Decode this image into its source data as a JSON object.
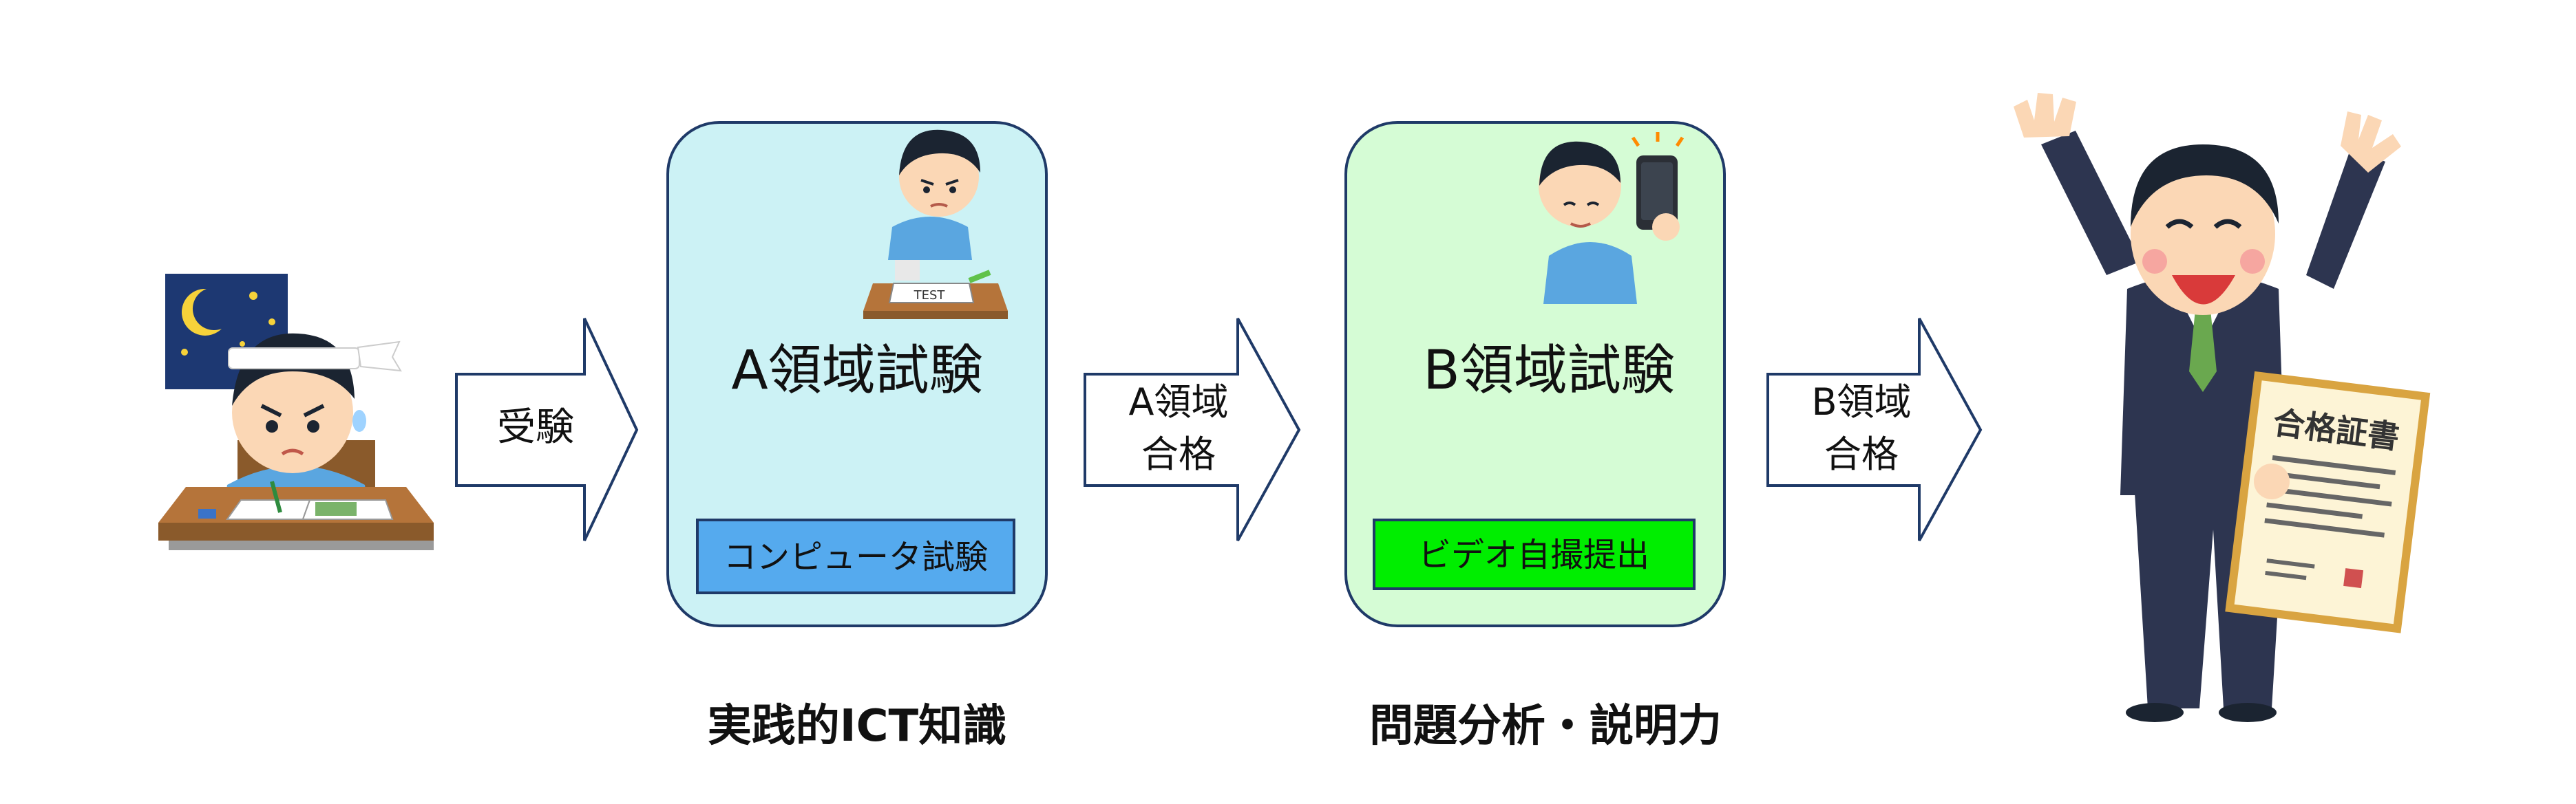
{
  "steps": [
    {
      "label": "受験"
    },
    {
      "label_line1": "A領域",
      "label_line2": "合格"
    },
    {
      "label_line1": "B領域",
      "label_line2": "合格"
    }
  ],
  "stage_a": {
    "title": "A領域試験",
    "method": "コンピュータ試験",
    "caption": "実践的ICT知識",
    "box_color": "#ccf2f5",
    "method_color": "#55aaee"
  },
  "stage_b": {
    "title": "B領域試験",
    "method": "ビデオ自撮提出",
    "caption": "問題分析・説明力",
    "box_color": "#d5fcd5",
    "method_color": "#00ee00"
  },
  "certificate": {
    "title": "合格証書"
  },
  "colors": {
    "outline": "#1f3a68",
    "text": "#111111"
  },
  "icons": [
    "student-studying-night-icon",
    "student-test-icon",
    "selfie-video-icon",
    "celebrating-man-certificate-icon"
  ]
}
